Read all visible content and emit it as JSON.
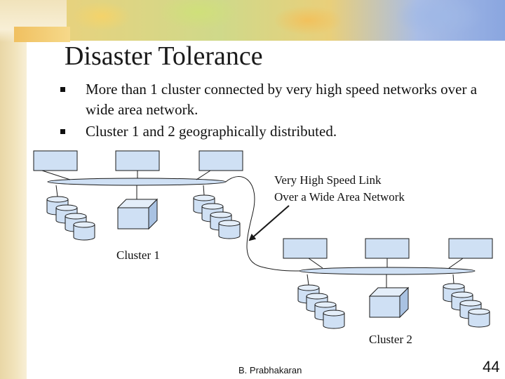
{
  "slide": {
    "title": "Disaster Tolerance",
    "bullets": [
      "More than 1 cluster connected by very high speed networks over a wide area network.",
      "Cluster 1 and 2 geographically distributed."
    ]
  },
  "diagram": {
    "link_label_line1": "Very High Speed Link",
    "link_label_line2": "Over a Wide Area Network",
    "cluster1_label": "Cluster 1",
    "cluster2_label": "Cluster 2"
  },
  "footer": {
    "author": "B. Prabhakaran",
    "page_number": "44"
  },
  "colors": {
    "box_fill": "#cfe0f4",
    "bus_fill": "#cfe0f4",
    "stroke": "#1a1a1a"
  }
}
